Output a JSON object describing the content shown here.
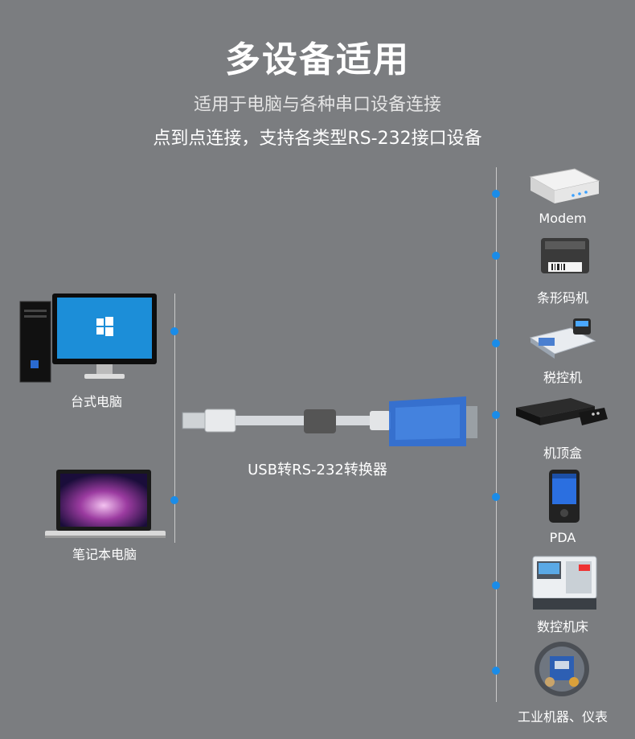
{
  "header": {
    "title": "多设备适用",
    "line1": "适用于电脑与各种串口设备连接",
    "line2": "点到点连接，支持各类型RS-232接口设备"
  },
  "left": {
    "desktop_label": "台式电脑",
    "laptop_label": "笔记本电脑"
  },
  "center": {
    "converter_label": "USB转RS-232转换器"
  },
  "right": {
    "devices": [
      {
        "label": "Modem",
        "icon": "modem-icon"
      },
      {
        "label": "条形码机",
        "icon": "barcode-printer-icon"
      },
      {
        "label": "税控机",
        "icon": "tax-machine-icon"
      },
      {
        "label": "机顶盒",
        "icon": "set-top-box-icon"
      },
      {
        "label": "PDA",
        "icon": "pda-icon"
      },
      {
        "label": "数控机床",
        "icon": "cnc-machine-icon"
      },
      {
        "label": "工业机器、仪表",
        "icon": "industrial-instrument-icon"
      }
    ]
  },
  "colors": {
    "background": "#7b7d80",
    "dot": "#1a8ce8",
    "converter": "#2f6fd6"
  }
}
